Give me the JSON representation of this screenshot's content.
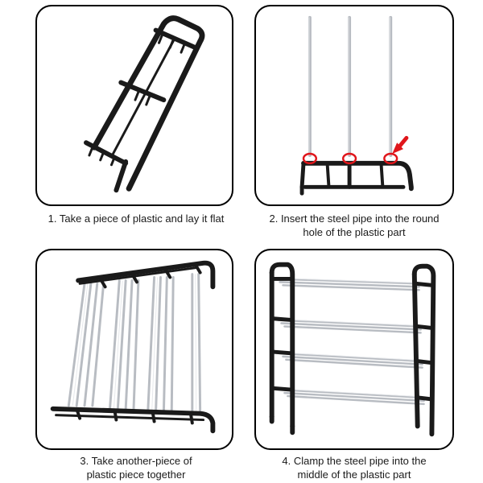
{
  "steps": [
    {
      "lines": [
        "1. Take a piece of plastic and lay it flat"
      ]
    },
    {
      "lines": [
        "2. Insert the steel pipe into the round",
        "hole of the plastic part"
      ]
    },
    {
      "lines": [
        "3. Take another-piece of",
        "plastic piece together"
      ]
    },
    {
      "lines": [
        "4. Clamp the steel pipe into the",
        "middle of the plastic part"
      ]
    }
  ],
  "colors": {
    "frame": "#1a1a1a",
    "pipe": "#b8bcc2",
    "pipe_highlight": "#e6e8eb",
    "marker": "#e0161b",
    "panel_border": "#000000"
  },
  "icons": {
    "step1": "plastic-frame-icon",
    "step2": "steel-pipe-insert-icon",
    "step3": "joined-frames-icon",
    "step4": "assembled-shoe-rack-icon"
  }
}
